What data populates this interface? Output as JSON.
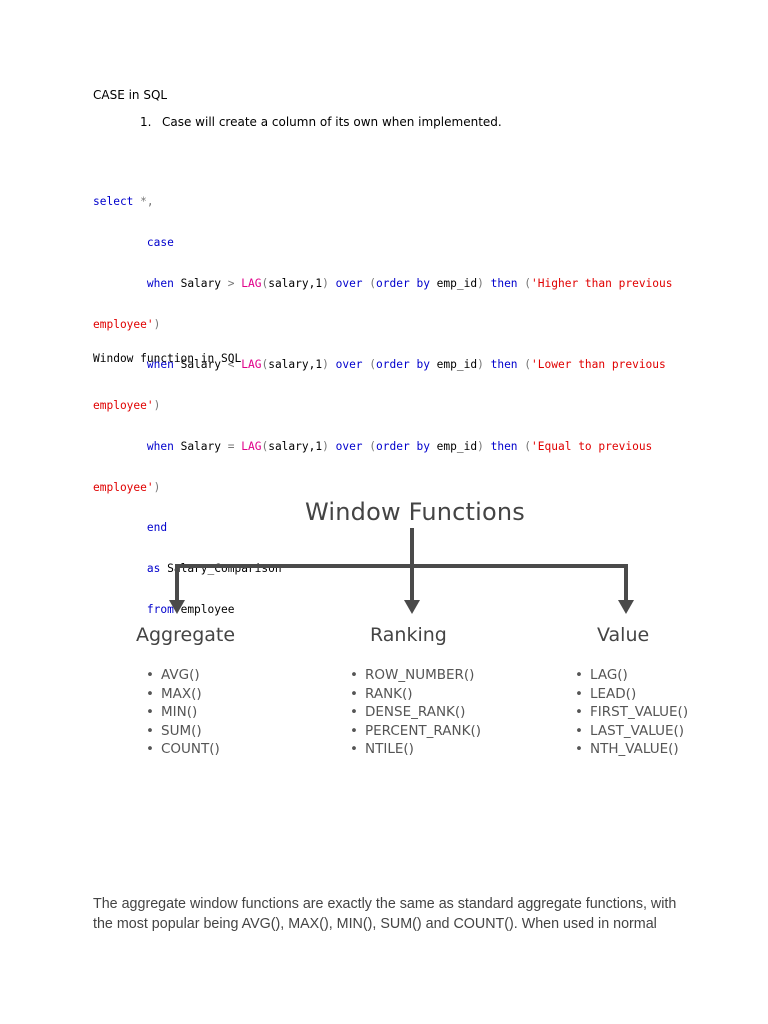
{
  "heading_case": "CASE in SQL",
  "list": {
    "number": "1.",
    "text": "Case will create a column of its own when implemented."
  },
  "code": {
    "l1_kw": "select",
    "l1_rest": " *,",
    "l2_kw": "case",
    "when": "when",
    "salary": " Salary ",
    "gt": ">",
    "lt": "<",
    "eq": "=",
    "lag": "LAG",
    "open_paren": "(",
    "lag_args": "salary,1",
    "close_paren": ")",
    "over": "over",
    "order_by": "order by",
    "emp_id": " emp_id",
    "then": "then",
    "str_higher": "'Higher than previous",
    "str_lower": "'Lower than previous",
    "str_equal": "'Equal to previous",
    "str_employee": "employee'",
    "end": "end",
    "as": "as",
    "alias": " Salary_Comparison",
    "from": "from",
    "table": " employee"
  },
  "heading_window": "Window function in SQL",
  "diagram": {
    "title": "Window Functions",
    "columns": [
      {
        "heading": "Aggregate",
        "items": [
          "AVG()",
          "MAX()",
          "MIN()",
          "SUM()",
          "COUNT()"
        ]
      },
      {
        "heading": "Ranking",
        "items": [
          "ROW_NUMBER()",
          "RANK()",
          "DENSE_RANK()",
          "PERCENT_RANK()",
          "NTILE()"
        ]
      },
      {
        "heading": "Value",
        "items": [
          "LAG()",
          "LEAD()",
          "FIRST_VALUE()",
          "LAST_VALUE()",
          "NTH_VALUE()"
        ]
      }
    ],
    "colors": {
      "line": "#4a4a4a",
      "text": "#444444"
    }
  },
  "paragraph": {
    "line1": "The aggregate window functions are exactly the same as standard aggregate functions, with",
    "line2": "the most popular being AVG(), MAX(), MIN(), SUM() and COUNT(). When used in normal"
  }
}
